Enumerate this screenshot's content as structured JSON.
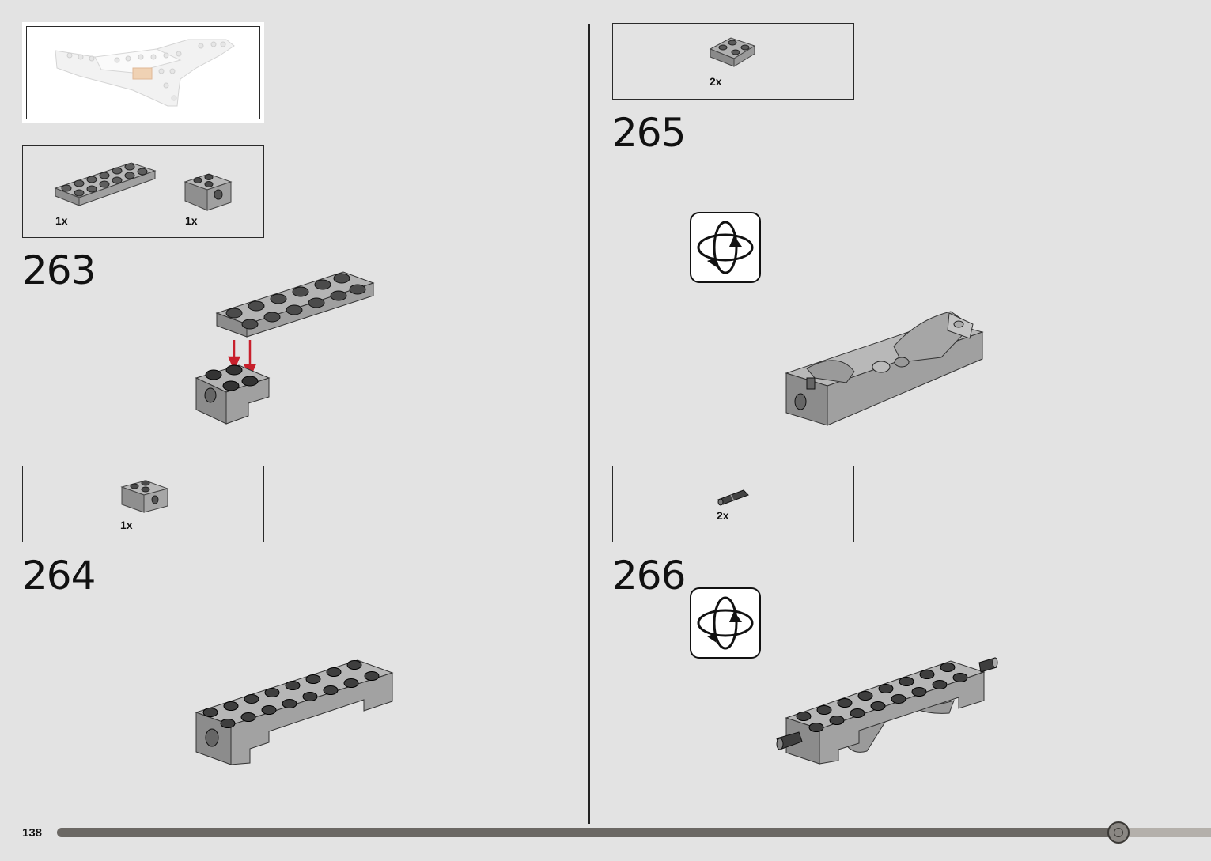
{
  "page": {
    "number": "138",
    "progress_fraction": 0.92
  },
  "steps": [
    {
      "number": "263",
      "parts": [
        {
          "qty": "1x",
          "icon": "plate-2x6-gray"
        },
        {
          "qty": "1x",
          "icon": "technic-brick-1x2-gray"
        }
      ]
    },
    {
      "number": "264",
      "parts": [
        {
          "qty": "1x",
          "icon": "technic-brick-1x2-gray"
        }
      ]
    },
    {
      "number": "265",
      "parts": [
        {
          "qty": "2x",
          "icon": "slope-curved-2x2-gray"
        }
      ],
      "rotate_icon": "rotate-model-icon"
    },
    {
      "number": "266",
      "parts": [
        {
          "qty": "2x",
          "icon": "technic-pin-dark-gray"
        }
      ],
      "rotate_icon": "rotate-model-icon"
    }
  ],
  "colors": {
    "arrow": "#c8202c",
    "part_gray": "#a0a0a0",
    "stud_dark": "#3a3a3a",
    "progress_bar": "#6b6864",
    "page_bg": "#e3e3e3"
  }
}
